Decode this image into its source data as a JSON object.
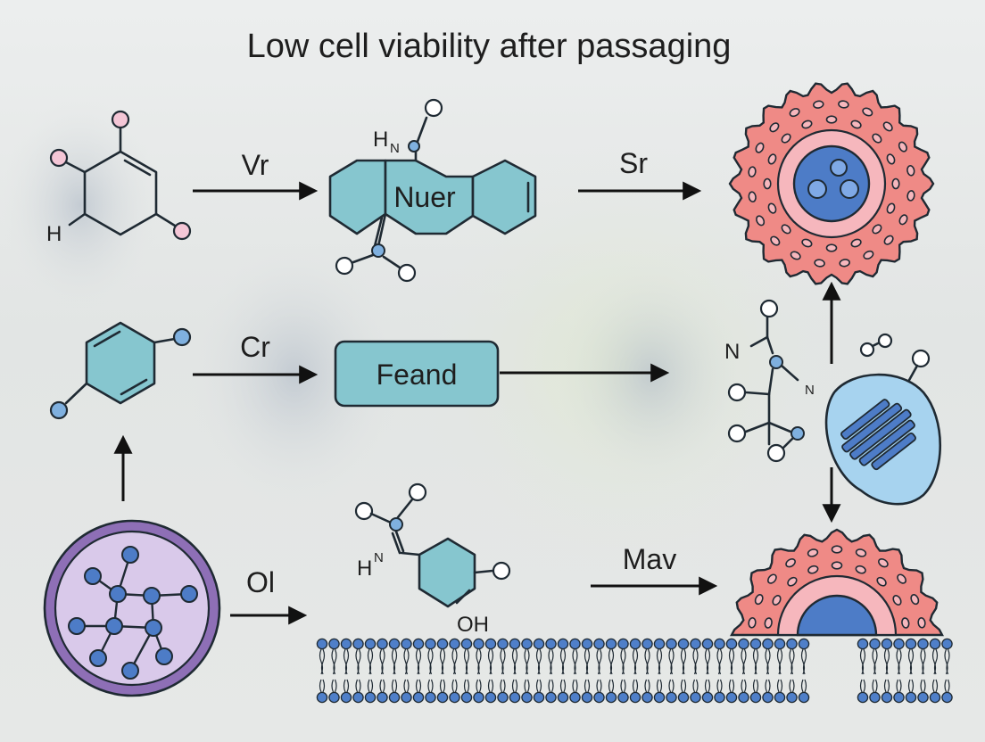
{
  "title": "Low cell viability after passaging",
  "arrow_labels": {
    "vr": "Vr",
    "sr": "Sr",
    "cr": "Cr",
    "ol": "Ol",
    "mav": "Mav"
  },
  "box_label": "Feand",
  "molecule_text": {
    "nuer": "Nuer",
    "h_left": "H",
    "h_top": "H",
    "n_sub_top": "N",
    "n_right_1": "N",
    "n_right_2": "N",
    "h_bottom": "H",
    "n_sup_bottom": "N",
    "oh": "OH"
  },
  "colors": {
    "ring_fill": "#86c6cf",
    "box_fill": "#86c6cf",
    "cell_outer": "#ef8a86",
    "cell_inner": "#f6b7bd",
    "nucleus": "#4d7cc7",
    "vesicle": "#8e6fb6",
    "vesicle_fill": "#d9c9ea",
    "organelle": "#a7d3ef",
    "atom_pink": "#f4c6d6",
    "atom_blue": "#7fb0df",
    "membrane": "#4f7fc9"
  }
}
